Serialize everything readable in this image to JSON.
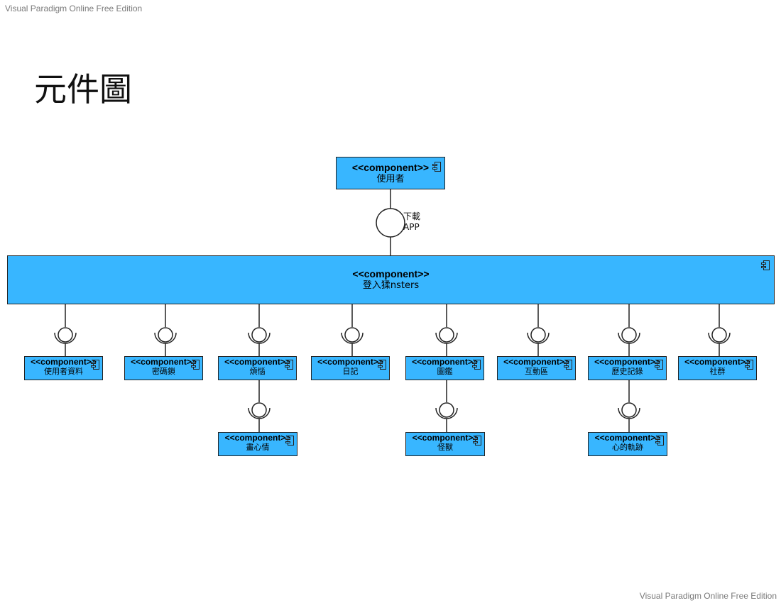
{
  "watermark_top": "Visual Paradigm Online Free Edition",
  "watermark_bottom": "Visual Paradigm Online Free Edition",
  "title": "元件圖",
  "stereotype": "<<component>>",
  "user_component": {
    "name": "使用者"
  },
  "provided_interface": {
    "label_line1": "下載",
    "label_line2": "APP"
  },
  "main_component": {
    "name": "登入猱nsters"
  },
  "sub_components": [
    {
      "name": "使用者資料"
    },
    {
      "name": "密碼鎖"
    },
    {
      "name": "煩惱"
    },
    {
      "name": "日記"
    },
    {
      "name": "圖鑑"
    },
    {
      "name": "互動區"
    },
    {
      "name": "歷史記錄"
    },
    {
      "name": "社群"
    }
  ],
  "child_components": [
    {
      "name": "畫心情"
    },
    {
      "name": "怪獸"
    },
    {
      "name": "心的軌跡"
    }
  ],
  "colors": {
    "component_fill": "#38b6ff",
    "stroke": "#222222"
  }
}
